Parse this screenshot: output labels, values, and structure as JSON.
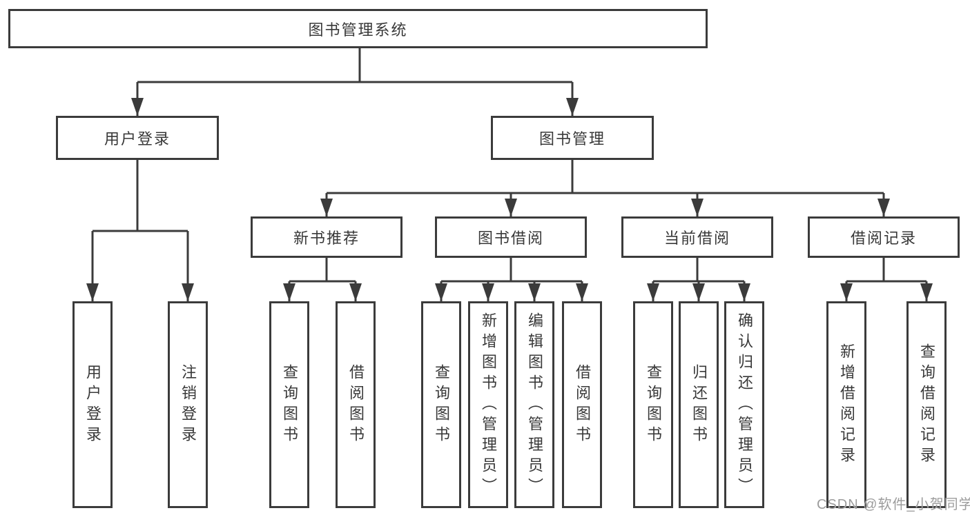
{
  "colors": {
    "line": "#3b3b3b",
    "box_border": "#3b3b3b",
    "box_background": "#ffffff",
    "text": "#383838",
    "watermark": "#9c9c9c"
  },
  "tree": {
    "root": "图书管理系统",
    "children": [
      {
        "label": "用户登录",
        "children": [
          "用户登录",
          "注销登录"
        ]
      },
      {
        "label": "图书管理",
        "children": [
          {
            "label": "新书推荐",
            "children": [
              "查询图书",
              "借阅图书"
            ]
          },
          {
            "label": "图书借阅",
            "children": [
              "查询图书",
              "新增图书（管理员）",
              "编辑图书（管理员）",
              "借阅图书"
            ]
          },
          {
            "label": "当前借阅",
            "children": [
              "查询图书",
              "归还图书",
              "确认归还（管理员）"
            ]
          },
          {
            "label": "借阅记录",
            "children": [
              "新增借阅记录",
              "查询借阅记录"
            ]
          }
        ]
      }
    ]
  },
  "watermark": "CSDN @软件_小贺同学"
}
